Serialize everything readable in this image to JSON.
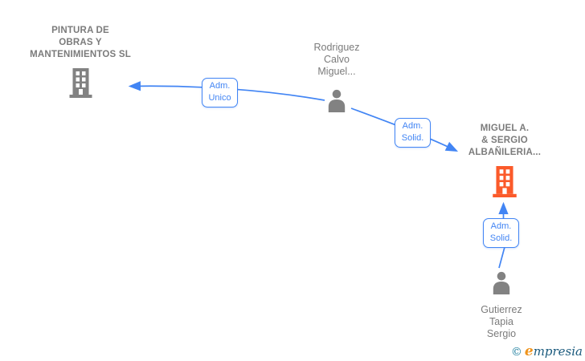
{
  "diagram": {
    "type": "company-relationship-graph",
    "background": "#ffffff"
  },
  "palette": {
    "edge_blue": "#4285f4",
    "label_gray": "#7b7b7b",
    "icon_gray": "#828282",
    "company_highlight_orange": "#fb5a2a",
    "watermark_teal": "#1f7f9f",
    "watermark_orange": "#ef941d"
  },
  "nodes": [
    {
      "id": "pintura",
      "type": "company",
      "icon": "building-icon",
      "lines": [
        "PINTURA DE",
        "OBRAS Y",
        "MANTENIMIENTOS SL"
      ]
    },
    {
      "id": "rodriguez",
      "type": "person",
      "icon": "person-icon",
      "lines": [
        "Rodriguez",
        "Calvo",
        "Miguel..."
      ]
    },
    {
      "id": "miguel-sergio",
      "type": "company",
      "icon": "building-icon",
      "lines": [
        "MIGUEL A.",
        "& SERGIO",
        "ALBAÑILERIA..."
      ]
    },
    {
      "id": "gutierrez",
      "type": "person",
      "icon": "person-icon",
      "lines": [
        "Gutierrez",
        "Tapia",
        "Sergio"
      ]
    }
  ],
  "edges": [
    {
      "from": "rodriguez",
      "to": "pintura",
      "label": [
        "Adm.",
        "Unico"
      ]
    },
    {
      "from": "rodriguez",
      "to": "miguel-sergio",
      "label": [
        "Adm.",
        "Solid."
      ]
    },
    {
      "from": "gutierrez",
      "to": "miguel-sergio",
      "label": [
        "Adm.",
        "Solid."
      ]
    }
  ],
  "watermark": {
    "copyright": "©",
    "brand_initial": "e",
    "brand_rest": "mpresia"
  }
}
